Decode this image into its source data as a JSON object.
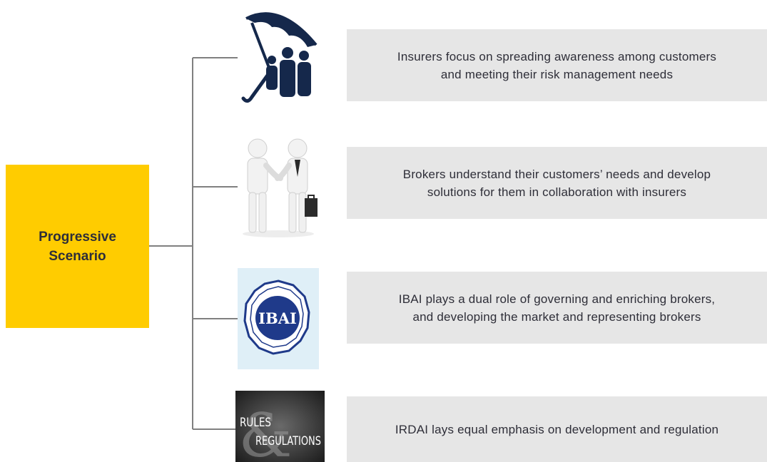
{
  "scenario": {
    "label": "Progressive Scenario"
  },
  "branches": [
    {
      "icon": "umbrella-family-icon",
      "text": "Insurers focus on spreading awareness among customers\nand meeting their risk management needs"
    },
    {
      "icon": "handshake-icon",
      "text": "Brokers understand their customers’ needs and develop\nsolutions for them in collaboration with insurers"
    },
    {
      "icon": "ibai-logo-icon",
      "logo_text": "IBAI",
      "text": "IBAI plays a dual role of governing and enriching brokers,\nand developing the market and representing brokers"
    },
    {
      "icon": "rules-regulations-icon",
      "logo_line1": "RULES",
      "logo_amp": "&",
      "logo_line2": "REGULATIONS",
      "text": "IRDAI lays equal emphasis on development and regulation"
    }
  ],
  "colors": {
    "scenario_fill": "#ffcc00",
    "text_box_fill": "#e6e6e6",
    "connector": "#808080",
    "ibai_blue": "#1f3a8a"
  }
}
